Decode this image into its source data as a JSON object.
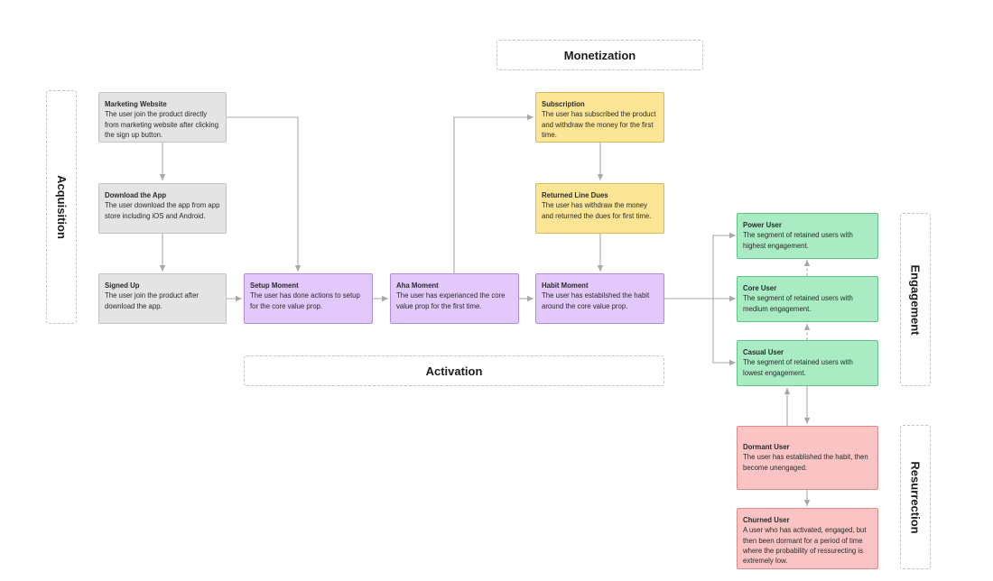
{
  "stages": {
    "acquisition": "Acquisition",
    "monetization": "Monetization",
    "activation": "Activation",
    "engagement": "Engagement",
    "resurrection": "Resurrection"
  },
  "nodes": {
    "marketing_website": {
      "title": "Marketing Website",
      "desc": "The user join the product directly from marketing website after clicking the sign up button."
    },
    "download_app": {
      "title": "Download the App",
      "desc": "The user download the app from app store including iOS and Android."
    },
    "signed_up": {
      "title": "Signed Up",
      "desc": "The user join the product after download the app."
    },
    "setup_moment": {
      "title": "Setup Moment",
      "desc": "The user has done actions to setup for the core value prop."
    },
    "aha_moment": {
      "title": "Aha Moment",
      "desc": "The user has experianced the core value prop for the first time."
    },
    "habit_moment": {
      "title": "Habit Moment",
      "desc": "The user has estabilshed the habit around the core value prop."
    },
    "subscription": {
      "title": "Subscription",
      "desc": "The user has subscribed the product and withdraw the money for the first time."
    },
    "returned_dues": {
      "title": "Returned Line Dues",
      "desc": "The user has withdraw the money and returned the dues for first time."
    },
    "power_user": {
      "title": "Power User",
      "desc": "The segment of retained users with highest engagement."
    },
    "core_user": {
      "title": "Core User",
      "desc": "The segment of retained users with medium engagement."
    },
    "casual_user": {
      "title": "Casual User",
      "desc": "The segment of retained users with lowest engagement."
    },
    "dormant_user": {
      "title": "Dormant User",
      "desc": "The user has established the habit, then become unengaged."
    },
    "churned_user": {
      "title": "Churned User",
      "desc": "A user who has activated, engaged, but then been dormant for a period of time where the probability of ressurecting is extremely low."
    }
  },
  "colors": {
    "gray": "#e4e4e4",
    "purple": "#e3c8fb",
    "yellow": "#fde596",
    "green": "#a9ecc3",
    "red": "#fbc4c4",
    "connector": "#a8a8a8"
  }
}
